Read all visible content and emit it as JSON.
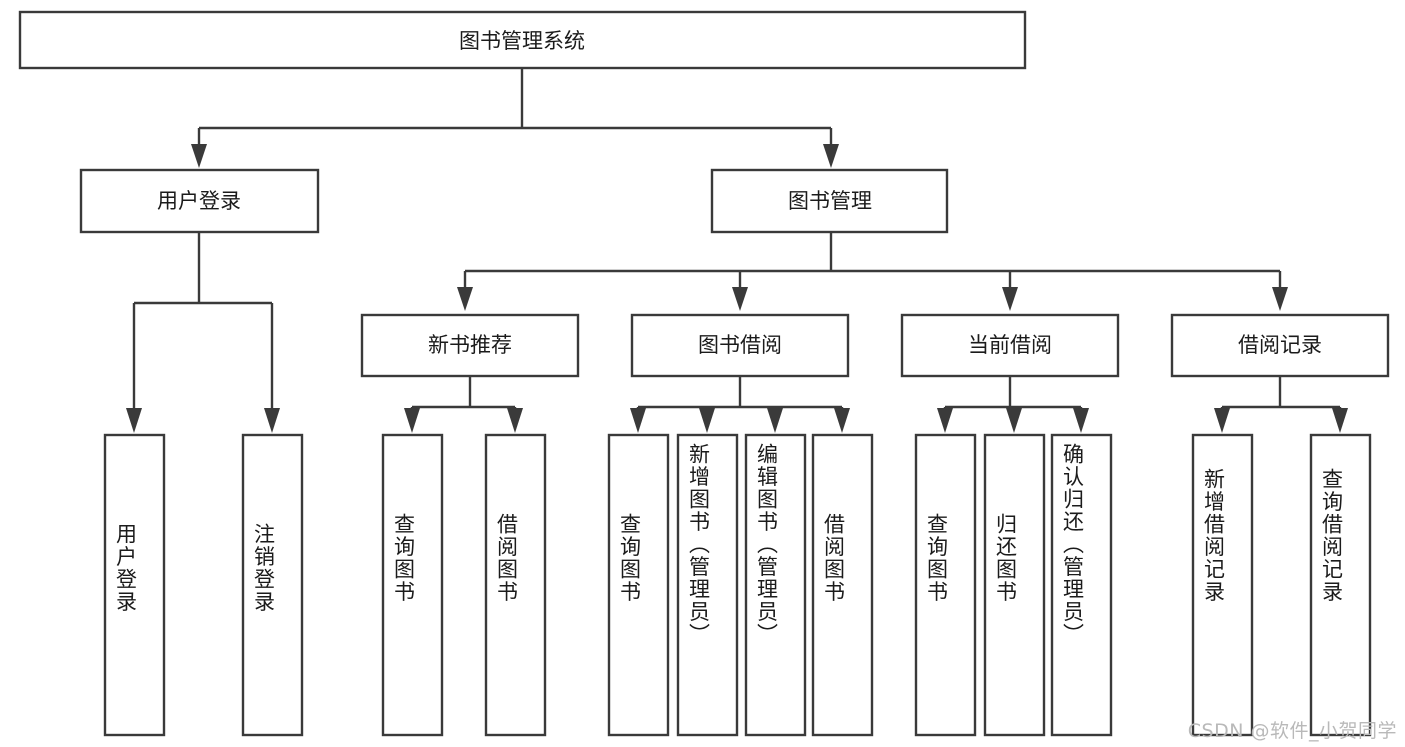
{
  "diagram": {
    "type": "tree",
    "title": "图书管理系统",
    "watermark": "CSDN @软件_小贺同学",
    "colors": {
      "box_stroke": "#3a3a3a",
      "box_fill": "#ffffff",
      "text": "#1b1b1b",
      "background": "#ffffff",
      "watermark": "#b9b9b9"
    },
    "root": {
      "label": "图书管理系统"
    },
    "level2": [
      {
        "label": "用户登录"
      },
      {
        "label": "图书管理"
      }
    ],
    "level3": [
      {
        "label": "新书推荐"
      },
      {
        "label": "图书借阅"
      },
      {
        "label": "当前借阅"
      },
      {
        "label": "借阅记录"
      }
    ],
    "leaves": {
      "user_login": [
        {
          "label": "用户登录"
        },
        {
          "label": "注销登录"
        }
      ],
      "new_book": [
        {
          "label": "查询图书"
        },
        {
          "label": "借阅图书"
        }
      ],
      "book_borrow": [
        {
          "label": "查询图书"
        },
        {
          "label": "新增图书（管理员）"
        },
        {
          "label": "编辑图书（管理员）"
        },
        {
          "label": "借阅图书"
        }
      ],
      "current_borrow": [
        {
          "label": "查询图书"
        },
        {
          "label": "归还图书"
        },
        {
          "label": "确认归还（管理员）"
        }
      ],
      "borrow_record": [
        {
          "label": "新增借阅记录"
        },
        {
          "label": "查询借阅记录"
        }
      ]
    }
  }
}
